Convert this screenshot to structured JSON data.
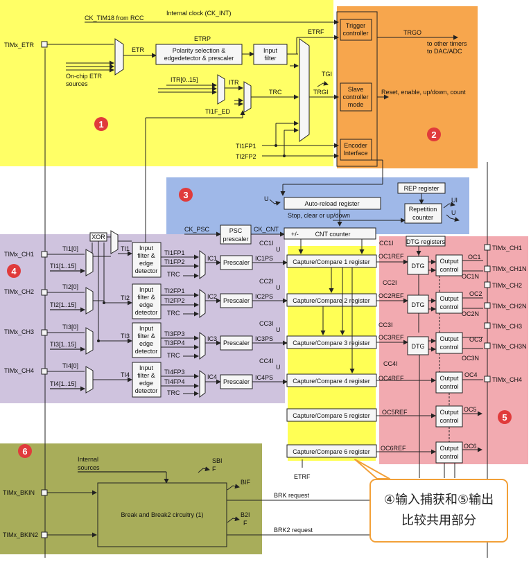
{
  "diagram": {
    "regions": [
      {
        "id": "1",
        "color": "#ffff66"
      },
      {
        "id": "2",
        "color": "#f7a64d"
      },
      {
        "id": "3",
        "color": "#9fb8e8"
      },
      {
        "id": "4",
        "color": "#cfc3de"
      },
      {
        "id": "5",
        "color": "#f2aab0"
      },
      {
        "id": "6",
        "color": "#a8ad5a"
      }
    ],
    "badge_color": "#e03b3b",
    "pins": {
      "etr": "TIMx_ETR",
      "ch1": "TIMx_CH1",
      "ch2": "TIMx_CH2",
      "ch3": "TIMx_CH3",
      "ch4": "TIMx_CH4",
      "bkin": "TIMx_BKIN",
      "bkin2": "TIMx_BKIN2",
      "out_ch1": "TIMx_CH1",
      "out_ch1n": "TIMx_CH1N",
      "out_ch2": "TIMx_CH2",
      "out_ch2n": "TIMx_CH2N",
      "out_ch3": "TIMx_CH3",
      "out_ch3n": "TIMx_CH3N",
      "out_ch4": "TIMx_CH4"
    },
    "labels": {
      "ck_tim18": "CK_TIM18 from RCC",
      "internal_clock": "Internal clock (CK_INT)",
      "on_chip_etr_1": "On-chip ETR",
      "on_chip_etr_2": "sources",
      "etr": "ETR",
      "etrp": "ETRP",
      "etrf": "ETRF",
      "polarity_1": "Polarity selection &",
      "polarity_2": "edgedetector & prescaler",
      "input_filter_1": "Input",
      "input_filter_2": "filter",
      "itr_range": "ITR[0..15]",
      "itr": "ITR",
      "trc": "TRC",
      "tgi": "TGI",
      "trgi": "TRGI",
      "ti1f_ed": "TI1F_ED",
      "ti1fp1": "TI1FP1",
      "ti2fp2": "TI2FP2",
      "trigger_1": "Trigger",
      "trigger_2": "controller",
      "slave_1": "Slave",
      "slave_2": "controller",
      "slave_3": "mode",
      "encoder_1": "Encoder",
      "encoder_2": "Interface",
      "trgo": "TRGO",
      "other_timers_1": "to other timers",
      "other_timers_2": "to DAC/ADC",
      "reset_text": "Reset, enable, up/down, count",
      "u": "U",
      "ui": "UI",
      "auto_reload": "Auto-reload register",
      "stop_clear": "Stop, clear or up/down",
      "rep_register": "REP register",
      "repetition_1": "Repetition",
      "repetition_2": "counter",
      "ck_psc": "CK_PSC",
      "psc_1": "PSC",
      "psc_2": "prescaler",
      "ck_cnt": "CK_CNT",
      "plus_minus": "+/-",
      "cnt_counter": "CNT counter",
      "xor": "XOR",
      "ti1_0": "TI1[0]",
      "ti1_1_15": "TI1[1..15]",
      "ti2_0": "TI2[0]",
      "ti2_1_15": "TI2[1..15]",
      "ti3_0": "TI3[0]",
      "ti3_1_15": "TI3[1..15]",
      "ti4_0": "TI4[0]",
      "ti4_1_15": "TI4[1..15]",
      "ti1": "TI1",
      "ti2": "TI2",
      "ti3": "TI3",
      "ti4": "TI4",
      "ife_1": "Input",
      "ife_2": "filter &",
      "ife_3": "edge",
      "ife_4": "detector",
      "ti1fp1_b": "TI1FP1",
      "ti1fp2": "TI1FP2",
      "ti2fp1": "TI2FP1",
      "ti2fp2_b": "TI2FP2",
      "ti3fp3": "TI3FP3",
      "ti3fp4": "TI3FP4",
      "ti4fp3": "TI4FP3",
      "ti4fp4": "TI4FP4",
      "ic1": "IC1",
      "ic2": "IC2",
      "ic3": "IC3",
      "ic4": "IC4",
      "prescaler": "Prescaler",
      "ic1ps": "IC1PS",
      "ic2ps": "IC2PS",
      "ic3ps": "IC3PS",
      "ic4ps": "IC4PS",
      "cc1i": "CC1I",
      "cc2i": "CC2I",
      "cc3i": "CC3I",
      "cc4i": "CC4I",
      "cc1": "Capture/Compare 1 register",
      "cc2": "Capture/Compare 2 register",
      "cc3": "Capture/Compare 3 register",
      "cc4": "Capture/Compare 4 register",
      "cc5": "Capture/Compare 5 register",
      "cc6": "Capture/Compare 6 register",
      "oc1ref": "OC1REF",
      "oc2ref": "OC2REF",
      "oc3ref": "OC3REF",
      "oc4ref": "OC4REF",
      "oc5ref": "OC5REF",
      "oc6ref": "OC6REF",
      "dtg_registers": "DTG registers",
      "dtg": "DTG",
      "output_1": "Output",
      "output_2": "control",
      "oc1": "OC1",
      "oc1n": "OC1N",
      "oc2": "OC2",
      "oc2n": "OC2N",
      "oc3": "OC3",
      "oc3n": "OC3N",
      "oc4": "OC4",
      "oc5": "OC5",
      "oc6": "OC6",
      "internal_sources_1": "Internal",
      "internal_sources_2": "sources",
      "break_circuitry": "Break and Break2 circuitry (1)",
      "sbi": "SBI",
      "bif": "BIF",
      "b2i": "B2I",
      "f": "F",
      "brk_request": "BRK request",
      "brk2_request": "BRK2 request",
      "etrf_bottom": "ETRF"
    },
    "callout": "④输入捕获和⑤输出比较共用部分"
  }
}
